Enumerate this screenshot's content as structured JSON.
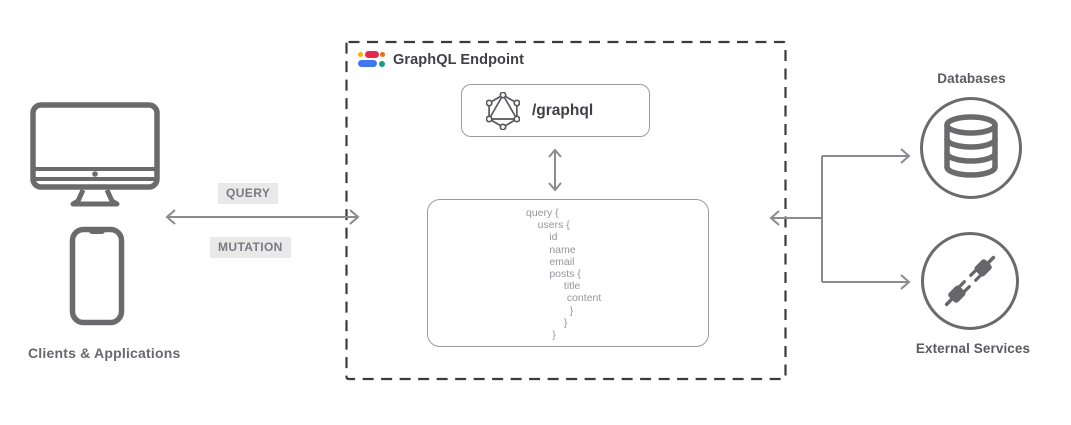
{
  "diagram": {
    "clients": {
      "label": "Clients & Applications"
    },
    "flow": {
      "query_label": "QUERY",
      "mutation_label": "MUTATION"
    },
    "endpoint": {
      "title": "GraphQL Endpoint",
      "route": "/graphql",
      "query_code": "query {\n    users {\n        id\n        name\n        email\n        posts {\n             title\n              content\n               }\n             }\n         }"
    },
    "backends": {
      "databases_label": "Databases",
      "external_label": "External Services"
    },
    "colors": {
      "icon_stroke": "#6b6b6e",
      "arrow": "#8b8b8f",
      "dashed_border": "#3b3b3f",
      "logo_yellow": "#F4B400",
      "logo_red": "#E5294E",
      "logo_orange": "#E8710A",
      "logo_blue": "#4077F0",
      "logo_green": "#129D7E"
    }
  }
}
